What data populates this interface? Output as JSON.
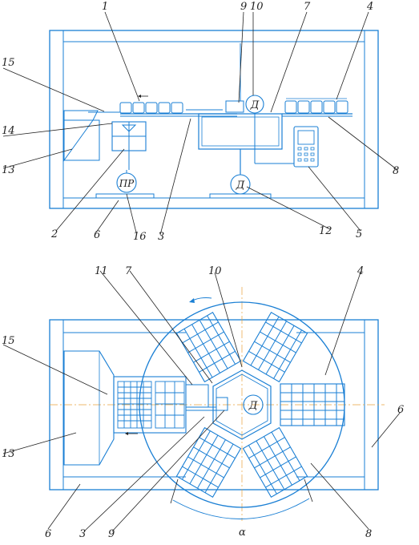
{
  "colors": {
    "line": "#1a7fd4",
    "label": "#222222",
    "axis": "#e8a33d",
    "background": "#ffffff"
  },
  "top_view": {
    "motor_label": "Д",
    "press_motor_label": "ПР",
    "callouts": [
      "1",
      "9",
      "10",
      "7",
      "4",
      "15",
      "14",
      "13",
      "8",
      "2",
      "6",
      "16",
      "3",
      "12",
      "5"
    ]
  },
  "plan_view": {
    "motor_label": "Д",
    "angle_label": "α",
    "callouts": [
      "11",
      "7",
      "10",
      "4",
      "15",
      "13",
      "6",
      "6",
      "3",
      "9",
      "8"
    ]
  }
}
